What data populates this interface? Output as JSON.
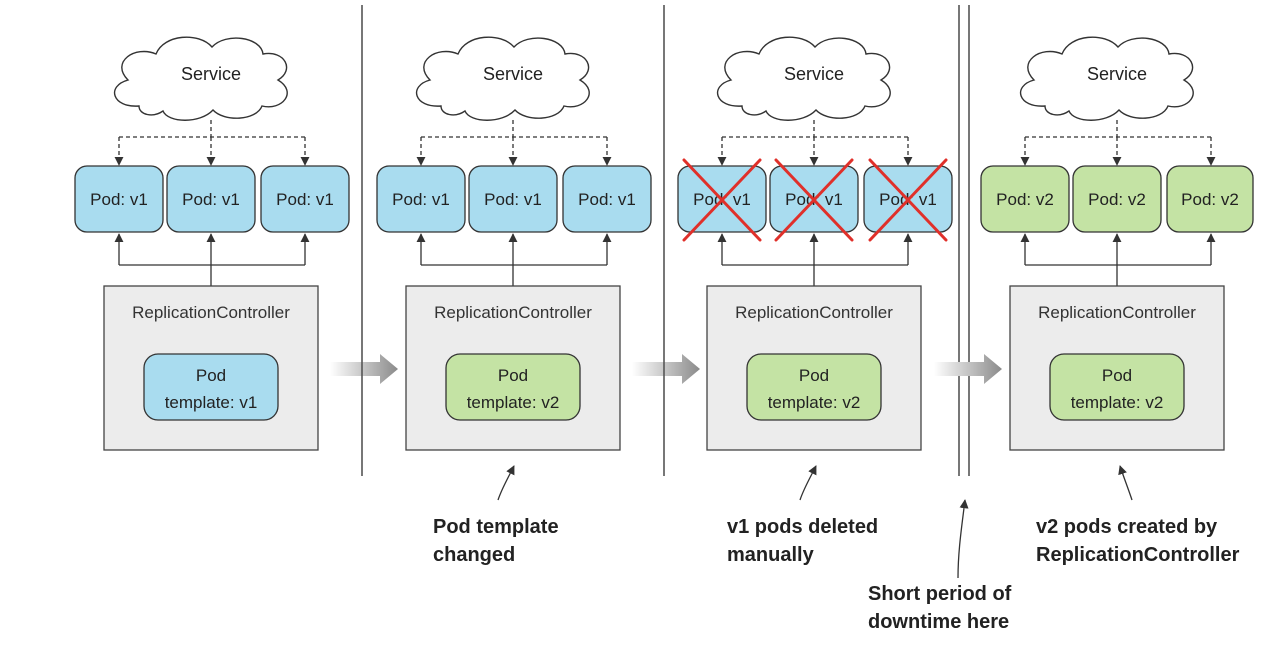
{
  "panels": [
    {
      "service_label": "Service",
      "pods": [
        {
          "label": "Pod: v1",
          "version": "v1",
          "deleted": false
        },
        {
          "label": "Pod: v1",
          "version": "v1",
          "deleted": false
        },
        {
          "label": "Pod: v1",
          "version": "v1",
          "deleted": false
        }
      ],
      "rc_label": "ReplicationController",
      "template": {
        "line1": "Pod",
        "line2": "template: v1",
        "version": "v1"
      }
    },
    {
      "service_label": "Service",
      "pods": [
        {
          "label": "Pod: v1",
          "version": "v1",
          "deleted": false
        },
        {
          "label": "Pod: v1",
          "version": "v1",
          "deleted": false
        },
        {
          "label": "Pod: v1",
          "version": "v1",
          "deleted": false
        }
      ],
      "rc_label": "ReplicationController",
      "template": {
        "line1": "Pod",
        "line2": "template: v2",
        "version": "v2"
      },
      "annotation": [
        "Pod template",
        "changed"
      ]
    },
    {
      "service_label": "Service",
      "pods": [
        {
          "label": "Pod: v1",
          "version": "v1",
          "deleted": true
        },
        {
          "label": "Pod: v1",
          "version": "v1",
          "deleted": true
        },
        {
          "label": "Pod: v1",
          "version": "v1",
          "deleted": true
        }
      ],
      "rc_label": "ReplicationController",
      "template": {
        "line1": "Pod",
        "line2": "template: v2",
        "version": "v2"
      },
      "annotation": [
        "v1 pods deleted",
        "manually"
      ]
    },
    {
      "service_label": "Service",
      "pods": [
        {
          "label": "Pod: v2",
          "version": "v2",
          "deleted": false
        },
        {
          "label": "Pod: v2",
          "version": "v2",
          "deleted": false
        },
        {
          "label": "Pod: v2",
          "version": "v2",
          "deleted": false
        }
      ],
      "rc_label": "ReplicationController",
      "template": {
        "line1": "Pod",
        "line2": "template: v2",
        "version": "v2"
      },
      "annotation": [
        "v2 pods created by",
        "ReplicationController"
      ]
    }
  ],
  "downtime_annotation": [
    "Short period of",
    "downtime here"
  ],
  "colors": {
    "v1": "#a9dcef",
    "v2": "#c4e3a4",
    "deleted_cross": "#e0302a"
  }
}
